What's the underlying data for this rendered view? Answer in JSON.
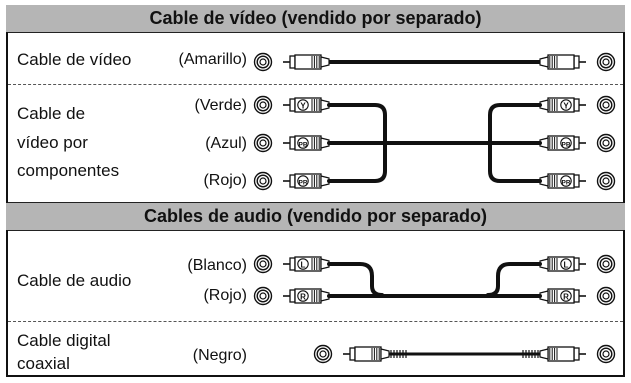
{
  "sections": [
    {
      "title": "Cable de vídeo (vendido por separado)",
      "rows": [
        {
          "name": "Cable de vídeo",
          "labels": [
            "(Amarillo)"
          ]
        },
        {
          "name_lines": [
            "Cable de",
            "vídeo por",
            "componentes"
          ],
          "labels": [
            "(Verde)",
            "(Azul)",
            "(Rojo)"
          ],
          "plug_markings": [
            "Y",
            "PB",
            "PR"
          ]
        }
      ]
    },
    {
      "title": "Cables de audio (vendido por separado)",
      "rows": [
        {
          "name": "Cable de audio",
          "labels": [
            "(Blanco)",
            "(Rojo)"
          ],
          "plug_markings": [
            "L",
            "R"
          ]
        },
        {
          "name_lines": [
            "Cable digital",
            "coaxial"
          ],
          "labels": [
            "(Negro)"
          ]
        }
      ]
    }
  ],
  "icons": {
    "jack": "rca-jack-icon",
    "plug": "rca-plug-icon"
  }
}
